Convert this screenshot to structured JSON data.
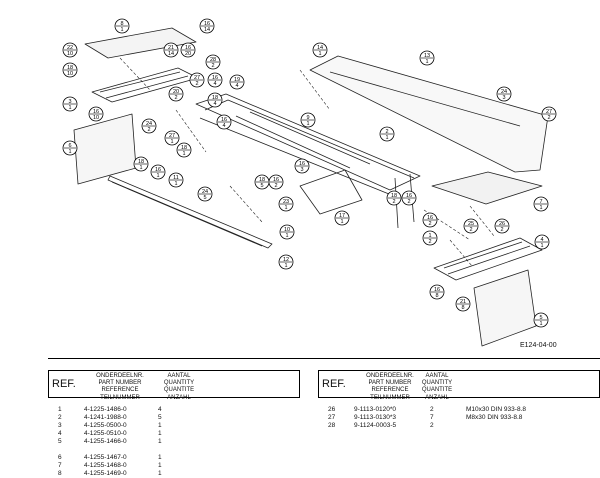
{
  "drawing_code": "E124-04-00",
  "table": {
    "ref_label": "REF.",
    "part_header": [
      "ONDERDEELNR.",
      "PART NUMBER",
      "REFERENCE",
      "TEILNUMMER"
    ],
    "qty_header": [
      "AANTAL",
      "QUANTITY",
      "QUANTITE",
      "ANZAHL"
    ]
  },
  "parts_left": [
    {
      "ref": "1",
      "part": "4-1225-1486-0",
      "qty": "4"
    },
    {
      "ref": "2",
      "part": "4-1241-1988-0",
      "qty": "5"
    },
    {
      "ref": "3",
      "part": "4-1255-0500-0",
      "qty": "1"
    },
    {
      "ref": "4",
      "part": "4-1255-0510-0",
      "qty": "1"
    },
    {
      "ref": "5",
      "part": "4-1255-1466-0",
      "qty": "1"
    },
    {
      "ref": "6",
      "part": "4-1255-1467-0",
      "qty": "1"
    },
    {
      "ref": "7",
      "part": "4-1255-1468-0",
      "qty": "1"
    },
    {
      "ref": "8",
      "part": "4-1255-1469-0",
      "qty": "1"
    }
  ],
  "parts_right": [
    {
      "ref": "26",
      "part": "9-1113-0120*0",
      "qty": "2",
      "desc": "M10x30 DIN 933-8.8"
    },
    {
      "ref": "27",
      "part": "9-1113-0130*3",
      "qty": "7",
      "desc": "M8x30 DIN 933-8.8"
    },
    {
      "ref": "28",
      "part": "9-1124-0003-5",
      "qty": "2",
      "desc": ""
    }
  ],
  "callouts": [
    {
      "top": "8",
      "bottom": "1"
    },
    {
      "top": "16",
      "bottom": "14"
    },
    {
      "top": "22",
      "bottom": "10"
    },
    {
      "top": "21",
      "bottom": "14"
    },
    {
      "top": "16",
      "bottom": "20"
    },
    {
      "top": "18",
      "bottom": "10"
    },
    {
      "top": "28",
      "bottom": "2"
    },
    {
      "top": "14",
      "bottom": "1"
    },
    {
      "top": "13",
      "bottom": "1"
    },
    {
      "top": "27",
      "bottom": "2"
    },
    {
      "top": "16",
      "bottom": "4"
    },
    {
      "top": "19",
      "bottom": "4"
    },
    {
      "top": "20",
      "bottom": "2"
    },
    {
      "top": "3",
      "bottom": "1"
    },
    {
      "top": "16",
      "bottom": "10"
    },
    {
      "top": "18",
      "bottom": "4"
    },
    {
      "top": "16",
      "bottom": "4"
    },
    {
      "top": "9",
      "bottom": "1"
    },
    {
      "top": "24",
      "bottom": "3"
    },
    {
      "top": "27",
      "bottom": "2"
    },
    {
      "top": "24",
      "bottom": "2"
    },
    {
      "top": "27",
      "bottom": "1"
    },
    {
      "top": "6",
      "bottom": "1"
    },
    {
      "top": "2",
      "bottom": "1"
    },
    {
      "top": "18",
      "bottom": "1"
    },
    {
      "top": "16",
      "bottom": "3"
    },
    {
      "top": "16",
      "bottom": "1"
    },
    {
      "top": "11",
      "bottom": "1"
    },
    {
      "top": "18",
      "bottom": "1"
    },
    {
      "top": "18",
      "bottom": "5"
    },
    {
      "top": "16",
      "bottom": "2"
    },
    {
      "top": "24",
      "bottom": "5"
    },
    {
      "top": "23",
      "bottom": "1"
    },
    {
      "top": "17",
      "bottom": "1"
    },
    {
      "top": "18",
      "bottom": "2"
    },
    {
      "top": "16",
      "bottom": "2"
    },
    {
      "top": "7",
      "bottom": "1"
    },
    {
      "top": "10",
      "bottom": "1"
    },
    {
      "top": "16",
      "bottom": "2"
    },
    {
      "top": "25",
      "bottom": "2"
    },
    {
      "top": "26",
      "bottom": "2"
    },
    {
      "top": "1",
      "bottom": "2"
    },
    {
      "top": "4",
      "bottom": "1"
    },
    {
      "top": "12",
      "bottom": "1"
    },
    {
      "top": "16",
      "bottom": "8"
    },
    {
      "top": "21",
      "bottom": "8"
    },
    {
      "top": "5",
      "bottom": "1"
    }
  ]
}
